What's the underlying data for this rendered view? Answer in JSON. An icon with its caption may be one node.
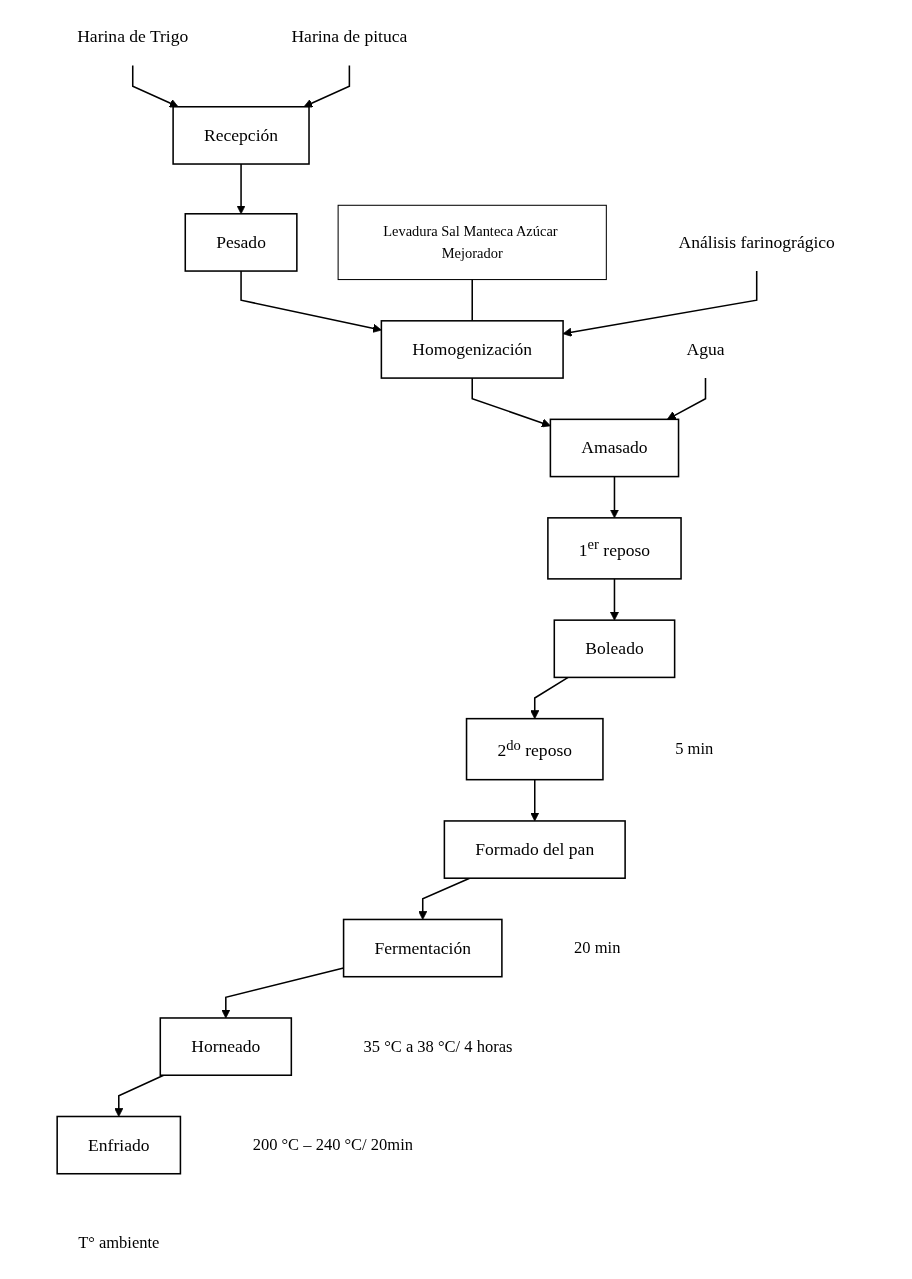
{
  "diagram": {
    "nodes": [
      {
        "text": [
          "Harina de Trigo"
        ]
      },
      {
        "text": [
          "Harina de pituca"
        ]
      },
      {
        "text": [
          "Recepción"
        ]
      },
      {
        "text": [
          "Pesado"
        ]
      },
      {
        "text": [
          "Levadura Sal Manteca Azúcar Mejorador"
        ]
      },
      {
        "text": [
          "Homogenización"
        ]
      },
      {
        "text": [
          "Análisis farinográgico"
        ]
      },
      {
        "text": [
          "Agua"
        ]
      },
      {
        "text": [
          "Amasado"
        ]
      },
      {
        "text": [
          "1$^{er}$ reposo"
        ]
      },
      {
        "text": [
          "Boleado"
        ],
        "beside": [
          "5 min"
        ]
      },
      {
        "text": [
          "2$^{do}$ reposo"
        ]
      },
      {
        "text": [
          "Formado del pan"
        ],
        "beside": [
          "20 min"
        ]
      },
      {
        "text": [
          "Fermentación"
        ],
        "beside": [
          "35 °C a 38 °C/ 4 horas"
        ]
      },
      {
        "text": [
          "Horneado"
        ],
        "beside": [
          "200 °C – 240 °C/ 20min"
        ]
      },
      {
        "text": [
          "Enfriado"
        ],
        "beside": [
          "T° ambiente"
        ]
      }
    ],
    "edges": [
      {
        "from": 0,
        "to": 2,
        "arrow": "to"
      },
      {
        "from": 1,
        "to": 2,
        "arrow": "to"
      },
      {
        "from": 2,
        "to": 3,
        "arrow": "to"
      },
      {
        "from": 3,
        "to": 5,
        "arrow": "to"
      },
      {
        "from": 4,
        "to": 5,
        "arrow": "none"
      },
      {
        "from": 6,
        "to": 5,
        "arrow": "to"
      },
      {
        "from": 5,
        "to": 8,
        "arrow": "to"
      },
      {
        "from": 7,
        "to": 8,
        "arrow": "to"
      },
      {
        "from": 8,
        "to": 9,
        "arrow": "to"
      },
      {
        "from": 9,
        "to": 10,
        "arrow": "to"
      },
      {
        "from": 10,
        "to": 11,
        "arrow": "to"
      },
      {
        "from": 11,
        "to": 12,
        "arrow": "to"
      },
      {
        "from": 12,
        "to": 13,
        "arrow": "to"
      },
      {
        "from": 13,
        "to": 14,
        "arrow": "to"
      },
      {
        "from": 14,
        "to": 15,
        "arrow": "to"
      }
    ]
  }
}
